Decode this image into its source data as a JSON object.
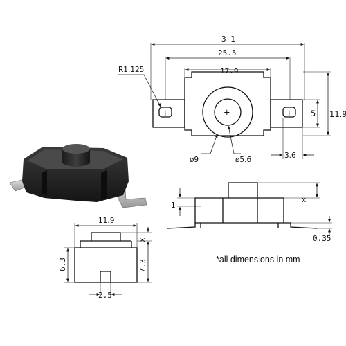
{
  "top_view": {
    "dim_total_width": "3 1",
    "dim_terminal_span": "25.5",
    "dim_body_width": "17.9",
    "dim_height": "11.9",
    "dim_terminal_height": "5",
    "dim_terminal_width": "3.6",
    "dim_corner_radius": "R1.125",
    "dim_outer_diameter": "ø9",
    "dim_button_diameter": "ø5.6",
    "mark_plus": "+"
  },
  "side_view": {
    "dim_step": "1",
    "dim_x": "x",
    "dim_lead_thickness": "0.35"
  },
  "front_view": {
    "dim_width": "11.9",
    "dim_body_height": "6.3",
    "dim_total_height": "7.3",
    "dim_x": "X",
    "dim_slot_width": "2.5"
  },
  "note": "*all dimensions in mm"
}
